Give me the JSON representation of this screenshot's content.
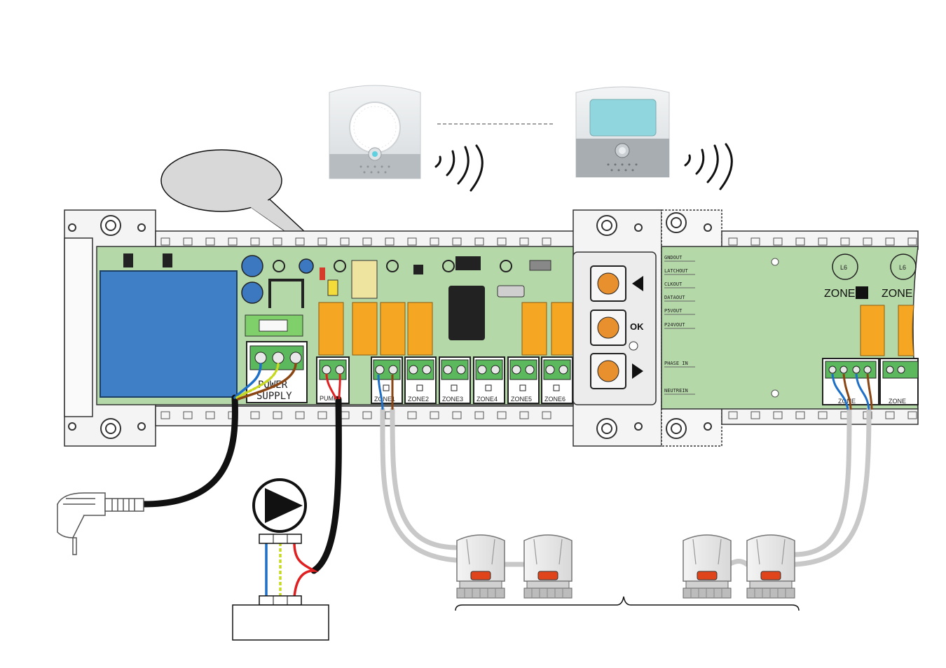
{
  "main_board": {
    "power_supply_label_1": "POWER",
    "power_supply_label_2": "SUPPLY",
    "pump_label": "PUMP",
    "zone_labels": [
      "ZONE1",
      "ZONE2",
      "ZONE3",
      "ZONE4",
      "ZONE5",
      "ZONE6"
    ],
    "ok_button_label": "OK"
  },
  "extension_board": {
    "side_labels": [
      "GNDOUT",
      "LATCHOUT",
      "CLKOUT",
      "DATAOUT",
      "P5VOUT",
      "P24VOUT",
      "PHASE IN",
      "NEUTREIN"
    ],
    "zone_header_labels": [
      "ZONE",
      "ZONE"
    ],
    "led_labels": [
      "L6",
      "L6"
    ],
    "terminal_zone_labels": [
      "ZONE",
      "ZONE"
    ]
  },
  "colors": {
    "pcb_green": "#b5d8a8",
    "relay_orange": "#f5a623",
    "terminal_green": "#5cb85c",
    "cable_black": "#111111",
    "cable_grey": "#c8c8c8",
    "transformer_blue": "#3f7fc6",
    "wire_blue": "#1e6fc8",
    "wire_brown": "#8b4513",
    "wire_red": "#e02020",
    "wire_yellow_green": "#c8d820"
  },
  "icons": [
    "plug-icon",
    "pump-icon",
    "thermostat-analog",
    "thermostat-digital",
    "radio-wave-icon",
    "actuator-icon"
  ]
}
